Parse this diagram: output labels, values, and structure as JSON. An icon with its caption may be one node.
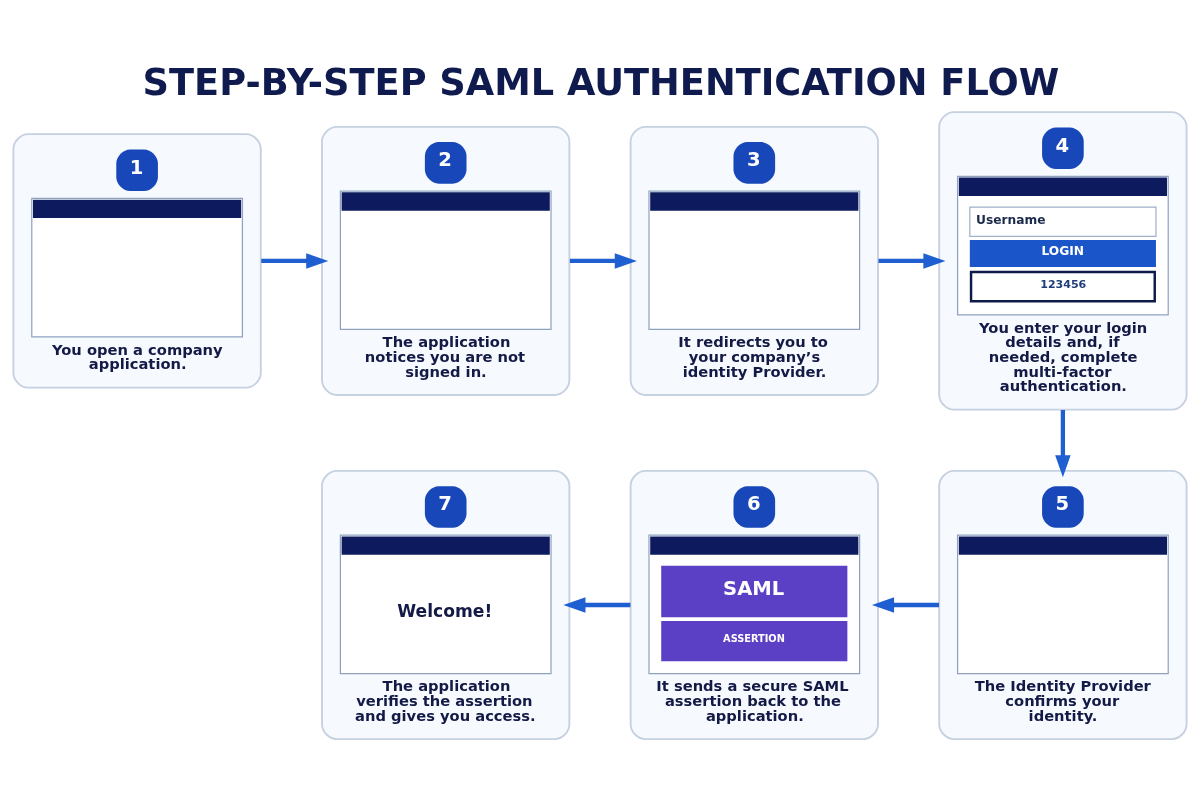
{
  "diagram": {
    "title": "STEP-BY-STEP SAML AUTHENTICATION FLOW",
    "nodes": [
      {
        "text": [
          "1",
          "You open a company application."
        ]
      },
      {
        "text": [
          "2",
          "The application notices you are not signed in."
        ]
      },
      {
        "text": [
          "3",
          "It redirects you to your company’s identity Provider."
        ]
      },
      {
        "text": [
          "4",
          "Username",
          "LOGIN",
          "123456",
          "You enter your login details and, if needed, complete multi-factor authentication."
        ]
      },
      {
        "text": [
          "5",
          "The Identity Provider confirms your identity."
        ]
      },
      {
        "text": [
          "6",
          "SAML",
          "ASSERTION",
          "It sends a secure SAML assertion back to the application."
        ]
      },
      {
        "text": [
          "7",
          "Welcome!",
          "The application verifies the assertion and gives you access."
        ]
      }
    ],
    "edges": [
      {
        "from": 0,
        "to": 1,
        "arrow": "to"
      },
      {
        "from": 1,
        "to": 2,
        "arrow": "to"
      },
      {
        "from": 2,
        "to": 3,
        "arrow": "to"
      },
      {
        "from": 3,
        "to": 4,
        "arrow": "to"
      },
      {
        "from": 4,
        "to": 5,
        "arrow": "to"
      },
      {
        "from": 5,
        "to": 6,
        "arrow": "to"
      }
    ]
  }
}
